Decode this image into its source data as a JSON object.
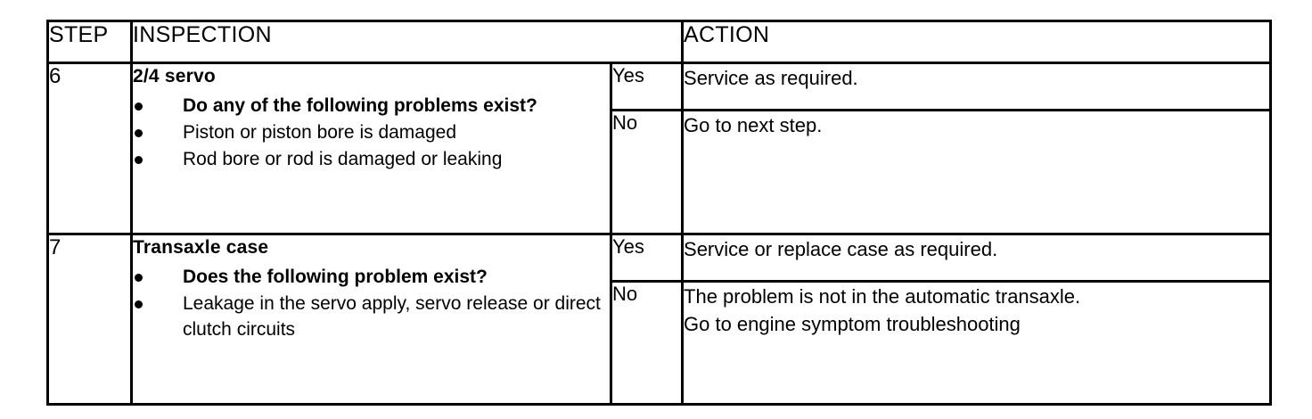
{
  "table": {
    "headers": {
      "step": "STEP",
      "inspection": "INSPECTION",
      "action": "ACTION"
    },
    "rows": [
      {
        "step": "6",
        "inspection": {
          "title": "2/4 servo",
          "bullets": [
            {
              "text": "Do any of the following problems exist?",
              "bold": true
            },
            {
              "text": "Piston or piston bore is damaged",
              "bold": false
            },
            {
              "text": "Rod bore or rod is damaged or leaking",
              "bold": false
            }
          ]
        },
        "outcomes": [
          {
            "label": "Yes",
            "action": [
              "Service as required."
            ]
          },
          {
            "label": "No",
            "action": [
              "Go to next step."
            ]
          }
        ]
      },
      {
        "step": "7",
        "inspection": {
          "title": "Transaxle case",
          "bullets": [
            {
              "text": "Does the following problem exist?",
              "bold": true
            },
            {
              "text": "Leakage in the servo apply, servo release or direct clutch circuits",
              "bold": false
            }
          ]
        },
        "outcomes": [
          {
            "label": "Yes",
            "action": [
              "Service or replace case as required."
            ]
          },
          {
            "label": "No",
            "action": [
              "The problem is not in the automatic transaxle.",
              "Go to engine symptom troubleshooting"
            ]
          }
        ]
      }
    ]
  },
  "colors": {
    "background": "#ffffff",
    "ink": "#000000"
  }
}
